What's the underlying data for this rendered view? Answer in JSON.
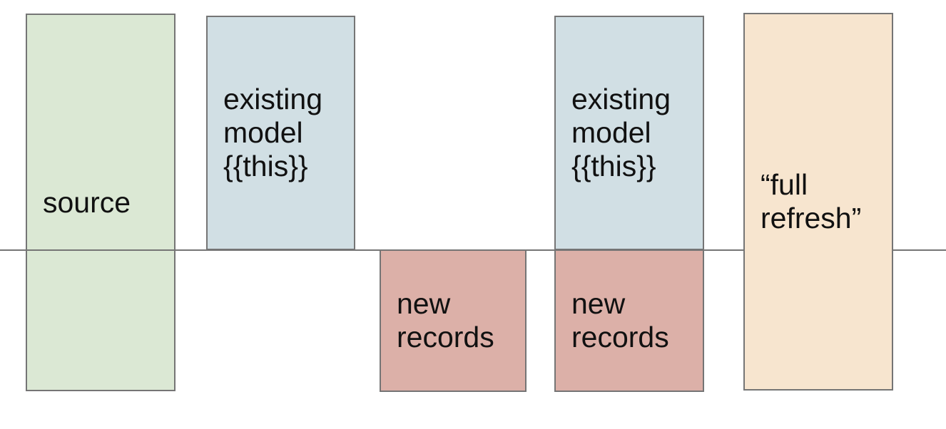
{
  "diagram": {
    "description": "incremental model materialization diagram",
    "divider_color": "#757575",
    "border_color": "#757575",
    "text_color": "#111111",
    "boxes": {
      "source": {
        "label": "source",
        "fill": "#dbe8d4"
      },
      "existing_model_1": {
        "label": "existing\nmodel\n{{this}}",
        "fill": "#d1dfe4"
      },
      "new_records_1": {
        "label": "new\nrecords",
        "fill": "#dcb0a8"
      },
      "existing_model_2": {
        "label": "existing\nmodel\n{{this}}",
        "fill": "#d1dfe4"
      },
      "new_records_2": {
        "label": "new\nrecords",
        "fill": "#dcb0a8"
      },
      "full_refresh": {
        "label": "“full\nrefresh”",
        "fill": "#f7e5cf"
      }
    }
  }
}
